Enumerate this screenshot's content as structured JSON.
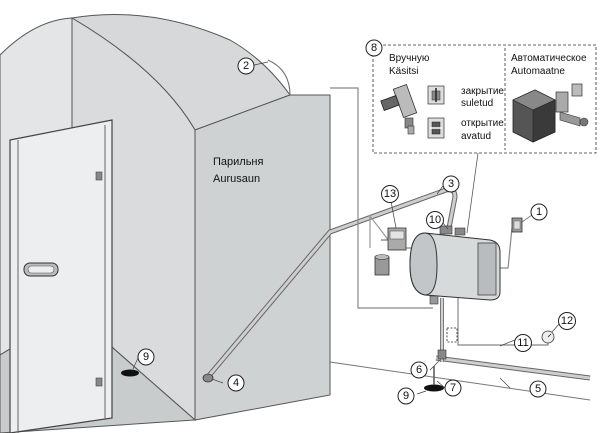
{
  "steam_room": {
    "label_line1": "Парильня",
    "label_line2": "Aurusaun"
  },
  "inset": {
    "badge": "8",
    "manual_title_line1": "Вручную",
    "manual_title_line2": "Käsitsi",
    "close_line1": "закрытие",
    "close_line2": "suletud",
    "open_line1": "открытие",
    "open_line2": "avatud",
    "auto_title_line1": "Автоматическое",
    "auto_title_line2": "Automaatne"
  },
  "callouts": [
    "1",
    "2",
    "3",
    "4",
    "5",
    "6",
    "7",
    "9",
    "9",
    "10",
    "11",
    "12",
    "13"
  ]
}
